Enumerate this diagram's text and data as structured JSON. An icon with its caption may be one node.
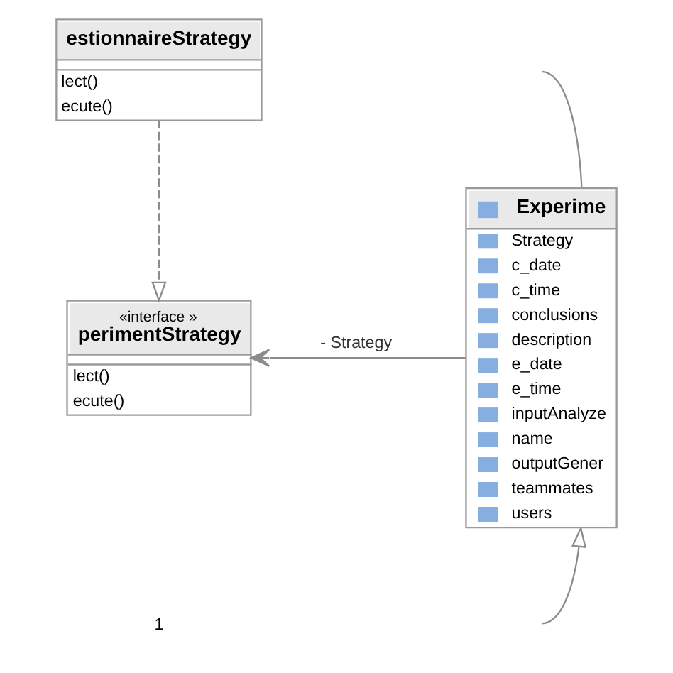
{
  "diagram": {
    "nodes": [
      {
        "text": [
          "estionnaireStrategy",
          "lect()",
          "ecute()"
        ]
      },
      {
        "text": [
          "«interface »",
          "perimentStrategy",
          "lect()",
          "ecute()"
        ]
      },
      {
        "text": [
          "Experime",
          "Strategy",
          "c_date",
          "c_time",
          "conclusions",
          "description",
          "e_date",
          "e_time",
          "inputAnalyze",
          "name",
          "outputGener",
          "teammates",
          "users"
        ]
      }
    ],
    "edges": [
      {
        "from": 0,
        "to": 1,
        "arrow": "to",
        "style": "dashed"
      },
      {
        "from": 2,
        "to": 1,
        "arrow": "to",
        "label": "- Strategy"
      },
      {
        "from": 2,
        "to": null,
        "arrow": "none"
      },
      {
        "from": null,
        "to": 2,
        "arrow": "to"
      }
    ],
    "labels": [
      "1"
    ]
  }
}
